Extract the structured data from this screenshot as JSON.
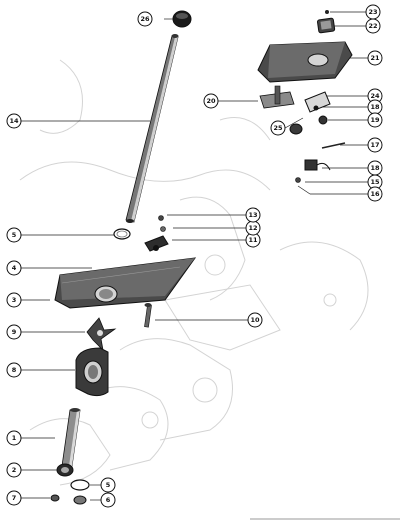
{
  "diagram": {
    "callouts": {
      "c1": "1",
      "c2": "2",
      "c3": "3",
      "c4": "4",
      "c5a": "5",
      "c5b": "5",
      "c6": "6",
      "c7": "7",
      "c8": "8",
      "c9": "9",
      "c10": "10",
      "c11": "11",
      "c12": "12",
      "c13": "13",
      "c14": "14",
      "c15": "15",
      "c16": "16",
      "c17": "17",
      "c18": "18",
      "c19": "19",
      "c20": "20",
      "c21": "21",
      "c22": "22",
      "c23": "23",
      "c24": "24",
      "c25": "25",
      "c26": "26"
    }
  }
}
